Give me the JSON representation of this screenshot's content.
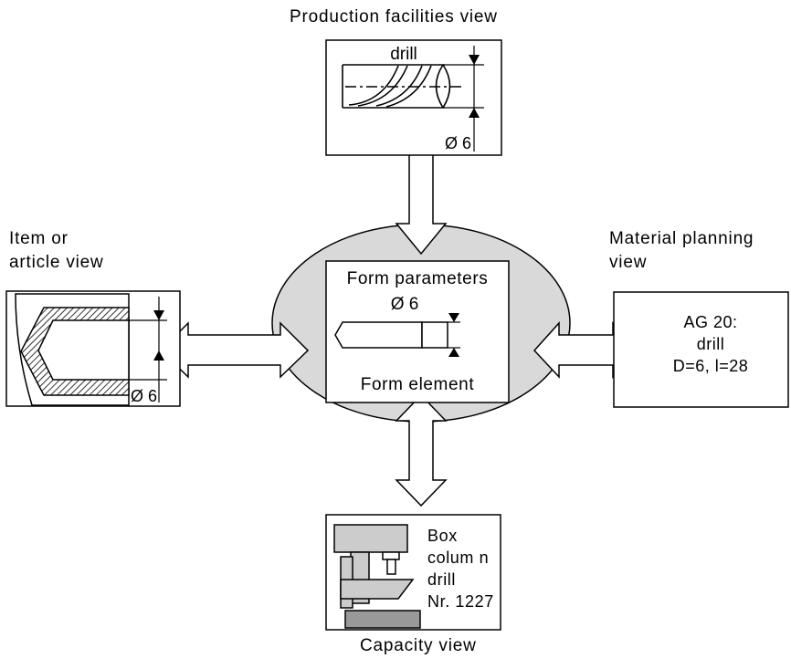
{
  "views": {
    "production": {
      "title": "Production facilities view",
      "tool_label": "drill",
      "dim_label": "Ø 6"
    },
    "item": {
      "title_line1": "Item or",
      "title_line2": "article view",
      "dim_label": "Ø 6"
    },
    "material": {
      "title_line1": "Material planning",
      "title_line2": "view",
      "line1": "AG 20:",
      "line2": "drill",
      "line3": "D=6, l=28"
    },
    "capacity": {
      "title": "Capacity view",
      "line1": "Box",
      "line2": "colum n",
      "line3": "drill",
      "line4": "Nr. 1227"
    }
  },
  "center": {
    "top_label": "Form parameters",
    "dim_label": "Ø 6",
    "bottom_label": "Form element"
  },
  "colors": {
    "ellipse_fill": "#d9d9d9",
    "machine_fill": "#cccccc",
    "hatch": "#000000"
  }
}
